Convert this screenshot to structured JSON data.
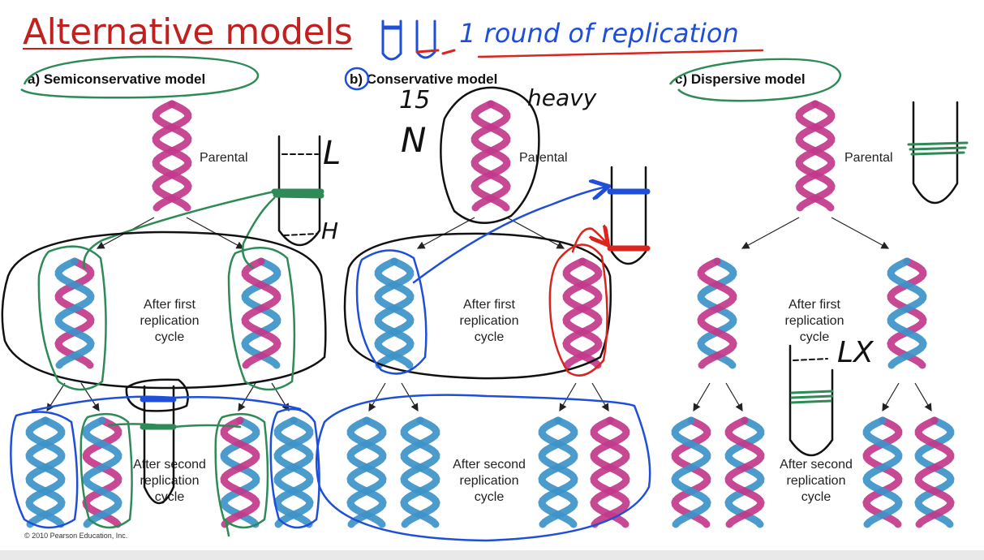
{
  "title": "Alternative models",
  "models": [
    {
      "key": "semi",
      "title": "a) Semiconservative model"
    },
    {
      "key": "cons",
      "title": "b) Conservative model"
    },
    {
      "key": "disp",
      "title": "c) Dispersive model"
    }
  ],
  "labels": {
    "parental": "Parental",
    "first_line1": "After first",
    "first_line2": "replication",
    "first_line3": "cycle",
    "second_line1": "After second",
    "second_line2": "replication",
    "second_line3": "cycle"
  },
  "copyright": "© 2010 Pearson Education, Inc.",
  "annotations": {
    "round": "1 round of replication",
    "n15": "15",
    "n15_letter": "N",
    "heavy": "heavy",
    "tube_light": "L",
    "tube_heavy": "H",
    "lx": "LX"
  },
  "colors": {
    "title": "#c0211f",
    "helix_parent": "#c2388a",
    "helix_new": "#3d93c9",
    "ink_blue": "#1f4fd8",
    "ink_green": "#2e8a57",
    "ink_red": "#d9251d",
    "ink_black": "#111111"
  }
}
